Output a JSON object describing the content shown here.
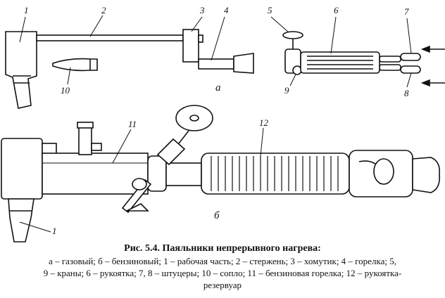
{
  "labels": {
    "l1a": "1",
    "l2": "2",
    "l3": "3",
    "l4": "4",
    "l5": "5",
    "l6": "6",
    "l7": "7",
    "l8": "8",
    "l9": "9",
    "l10": "10",
    "l11": "11",
    "l12": "12",
    "l1b": "1",
    "sub_a": "а",
    "sub_b": "б"
  },
  "caption": {
    "title": "Рис. 5.4. Паяльники непрерывного нагрева:",
    "line1": "а – газовый; б – бензиновый; 1 – рабочая часть; 2 – стержень; 3 – хомутик; 4 – горелка; 5,",
    "line2": "9 – краны; 6 – рукоятка; 7, 8 – штуцеры; 10 – сопло; 11 – бензиновая горелка; 12 – рукоятка-",
    "line3": "резервуар"
  }
}
